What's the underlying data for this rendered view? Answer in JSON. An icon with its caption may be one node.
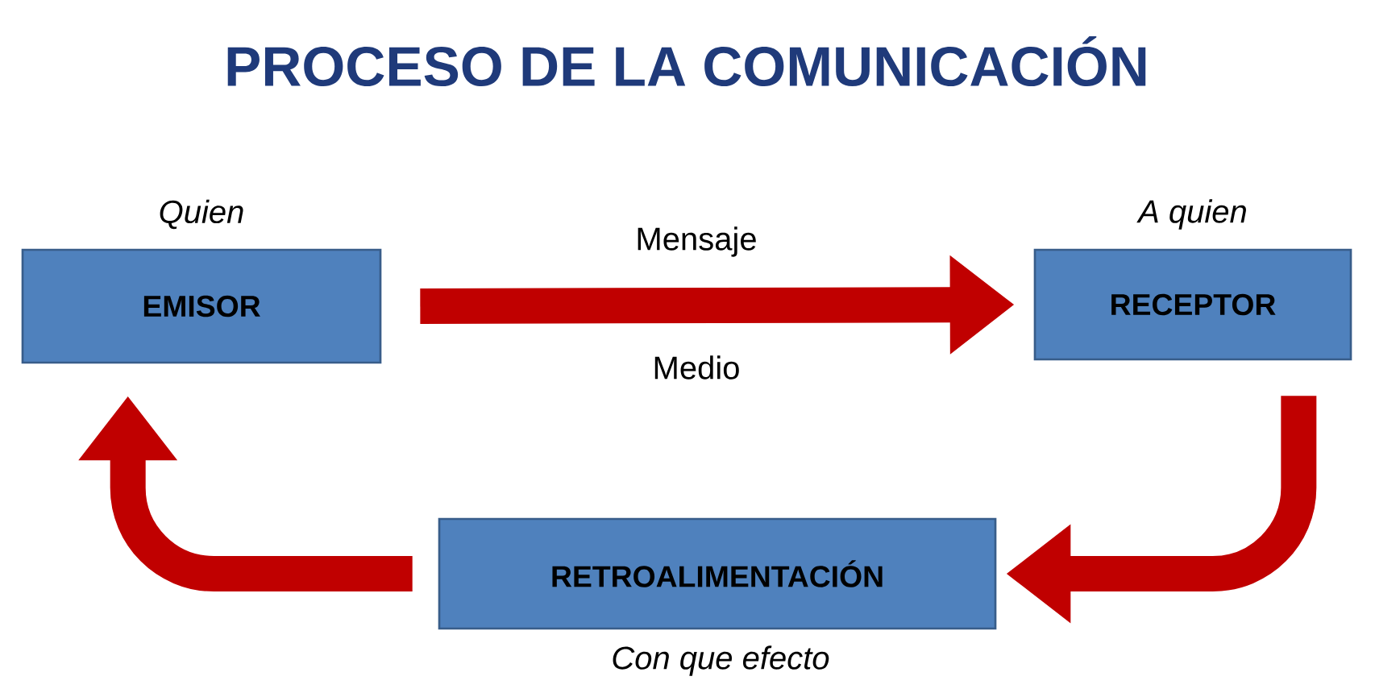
{
  "diagram": {
    "title": "PROCESO DE LA COMUNICACIÓN",
    "nodes": [
      {
        "text": [
          "EMISOR"
        ],
        "beside": [
          "Quien"
        ]
      },
      {
        "text": [
          "RECEPTOR"
        ],
        "beside": [
          "A quien"
        ]
      },
      {
        "text": [
          "RETROALIMENTACIÓN"
        ],
        "beside": [
          "Con que efecto"
        ]
      }
    ],
    "edges": [
      {
        "from": 0,
        "to": 1,
        "arrow": "to",
        "label": "Mensaje"
      },
      {
        "from": 1,
        "to": 2,
        "arrow": "to"
      },
      {
        "from": 2,
        "to": 0,
        "arrow": "to"
      }
    ],
    "labels": [
      "Medio"
    ]
  }
}
